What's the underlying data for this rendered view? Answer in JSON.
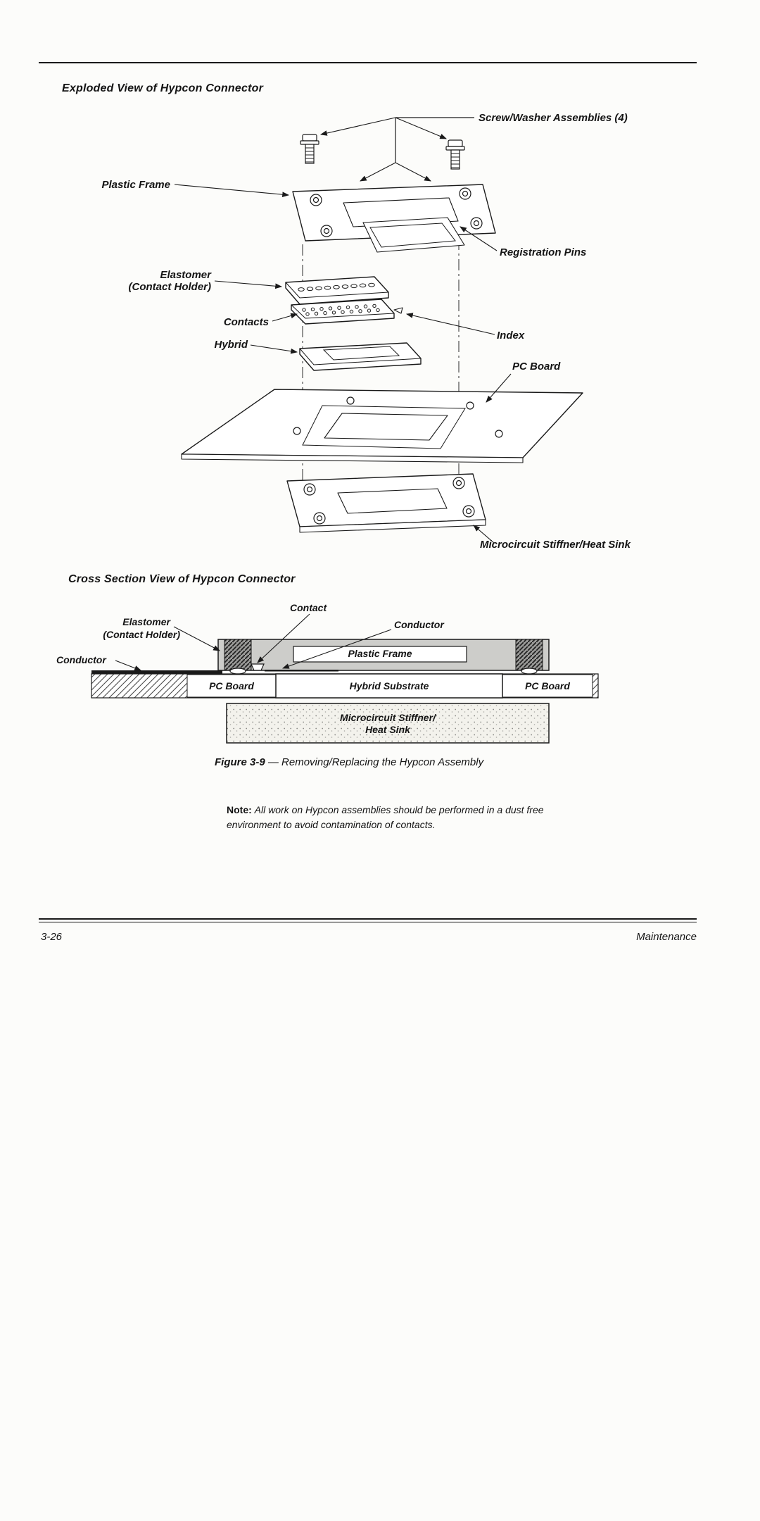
{
  "page": {
    "footer_page_number": "3-26",
    "footer_section": "Maintenance"
  },
  "exploded_view": {
    "title": "Exploded View of Hypcon Connector",
    "labels": {
      "screw_washer": "Screw/Washer Assemblies (4)",
      "plastic_frame": "Plastic Frame",
      "registration_pins": "Registration Pins",
      "elastomer_line1": "Elastomer",
      "elastomer_line2": "(Contact Holder)",
      "contacts": "Contacts",
      "index": "Index",
      "hybrid": "Hybrid",
      "pc_board": "PC Board",
      "stiffener": "Microcircuit Stiffner/Heat Sink"
    }
  },
  "cross_section_view": {
    "title": "Cross Section View of Hypcon Connector",
    "labels": {
      "contact": "Contact",
      "elastomer_line1": "Elastomer",
      "elastomer_line2": "(Contact Holder)",
      "conductor_top": "Conductor",
      "conductor_left": "Conductor",
      "plastic_frame": "Plastic Frame",
      "pc_board_left": "PC Board",
      "hybrid_substrate": "Hybrid Substrate",
      "pc_board_right": "PC Board",
      "stiffener_line1": "Microcircuit Stiffner/",
      "stiffener_line2": "Heat Sink"
    }
  },
  "figure": {
    "label": "Figure 3-9",
    "caption": "— Removing/Replacing the Hypcon Assembly"
  },
  "note": {
    "label": "Note:",
    "text": "All work on Hypcon assemblies should be performed in a dust free environment to avoid contamination of contacts."
  }
}
